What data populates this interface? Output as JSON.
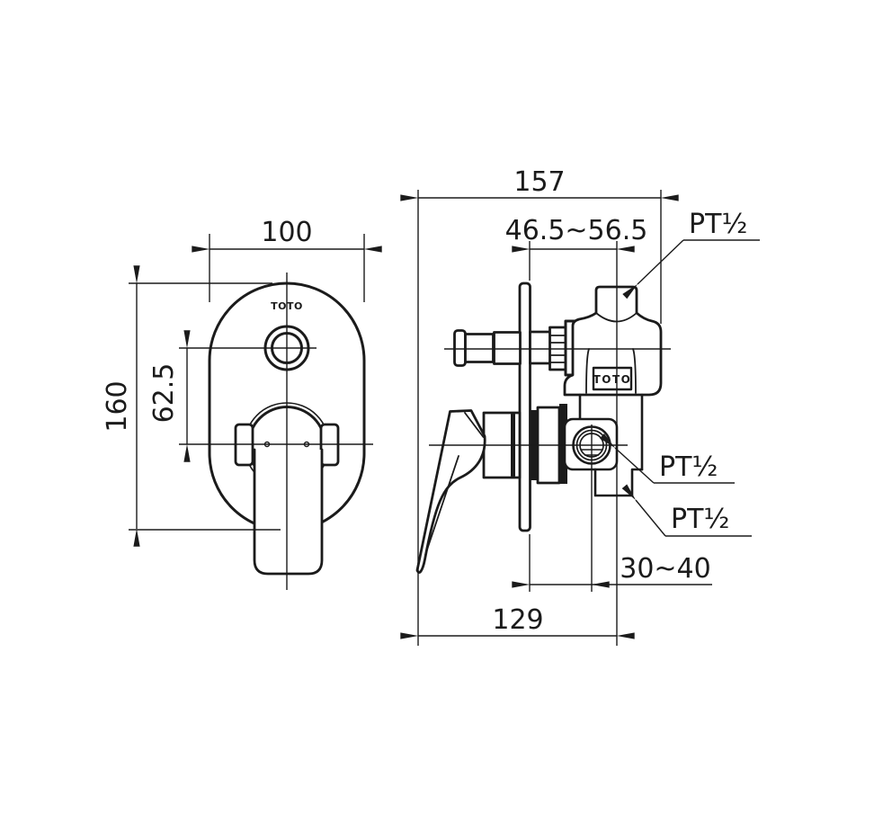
{
  "drawing": {
    "type": "faucet-installation-dimension-drawing",
    "colors": {
      "line": "#1b1b1b",
      "background": "#ffffff"
    },
    "front_view": {
      "logo": "TOTO",
      "dim_width": "100",
      "dim_height": "160",
      "dim_button_offset": "62.5"
    },
    "side_view": {
      "logo": "TOTO",
      "dim_depth": "157",
      "dim_embed_range": "46.5~56.5",
      "dim_outlet_range": "30~40",
      "dim_reach": "129",
      "port_top": "PT½",
      "port_side": "PT½",
      "port_bottom": "PT½"
    }
  }
}
